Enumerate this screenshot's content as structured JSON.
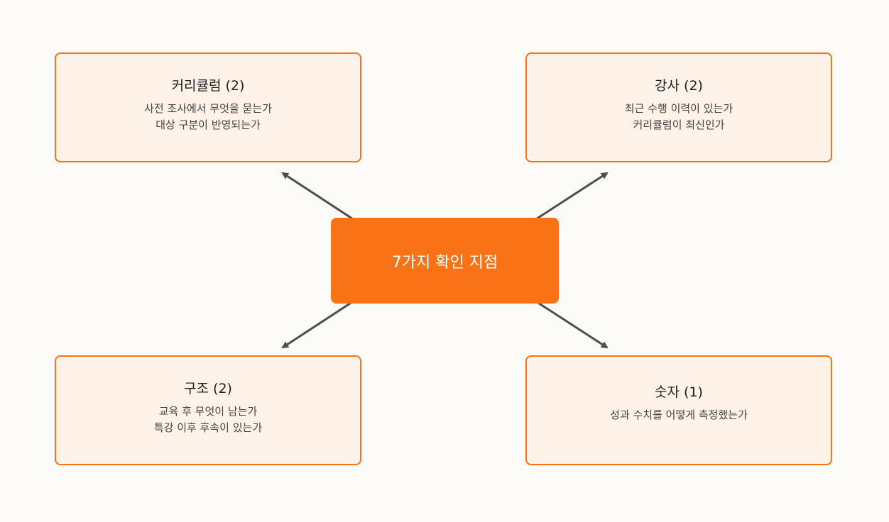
{
  "center": {
    "label": "7가지 확인 지점"
  },
  "boxes": [
    {
      "id": "curriculum",
      "title": "커리큘럼 (2)",
      "lines": [
        "사전 조사에서 무엇을 묻는가",
        "대상 구분이 반영되는가"
      ]
    },
    {
      "id": "instructor",
      "title": "강사 (2)",
      "lines": [
        "최근 수행 이력이 있는가",
        "커리큘럼이 최신인가"
      ]
    },
    {
      "id": "structure",
      "title": "구조 (2)",
      "lines": [
        "교육 후 무엇이 남는가",
        "특강 이후 후속이 있는가"
      ]
    },
    {
      "id": "numbers",
      "title": "숫자 (1)",
      "lines": [
        "성과 수치를 어떻게 측정했는가"
      ]
    }
  ],
  "colors": {
    "accent": "#f97316",
    "box_fill": "#fff2e9",
    "arrow": "#4d4d4d",
    "background": "#fcfbf8"
  }
}
